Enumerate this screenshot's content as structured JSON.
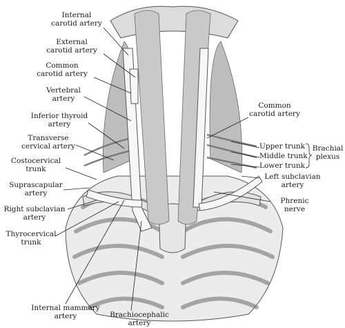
{
  "labels": {
    "internal_carotid": "Internal\ncarotid artery",
    "external_carotid": "External\ncarotid artery",
    "common_carotid_left": "Common\ncarotid artery",
    "vertebral": "Vertebral\nartery",
    "inferior_thyroid": "Inferior thyroid\nartery",
    "transverse_cervical": "Transverse\ncervical artery",
    "costocervical": "Costocervical\ntrunk",
    "suprascapular": "Suprascapular\nartery",
    "right_subclavian": "Right subclavian\nartery",
    "thyrocervical": "Thyrocervical\ntrunk",
    "internal_mammary": "Internal mammary\nartery",
    "brachiocephalic": "Brachiocephalic\nartery",
    "common_carotid_right": "Common\ncarotid artery",
    "upper_trunk": "Upper trunk",
    "middle_trunk": "Middle trunk",
    "lower_trunk": "Lower trunk",
    "brachial_plexus": "Brachial\nplexus",
    "left_subclavian": "Left subclavian\nartery",
    "phrenic": "Phrenic\nnerve"
  }
}
